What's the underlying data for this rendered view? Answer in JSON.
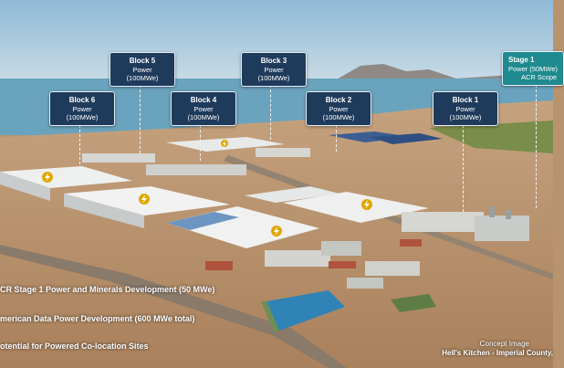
{
  "callouts": [
    {
      "id": "block6",
      "title": "Block 6",
      "subtitle": "Power (100MWe)"
    },
    {
      "id": "block5",
      "title": "Block 5",
      "subtitle": "Power (100MWe)"
    },
    {
      "id": "block4",
      "title": "Block 4",
      "subtitle": "Power (100MWe)"
    },
    {
      "id": "block3",
      "title": "Block 3",
      "subtitle": "Power (100MWe)"
    },
    {
      "id": "block2",
      "title": "Block 2",
      "subtitle": "Power (100MWe)"
    },
    {
      "id": "block1",
      "title": "Block 1",
      "subtitle": "Power (100MWe)"
    },
    {
      "id": "stage1",
      "title": "Stage 1",
      "subtitle": "Power (50MWe)",
      "note": "ACR Scope"
    }
  ],
  "legend": [
    "CR Stage 1 Power and Minerals Development (50 MWe)",
    "merican Data Power Development (600 MWe total)",
    "otential for Powered Co-location Sites"
  ],
  "caption": {
    "line1": "Concept Image",
    "line2": "Hell's Kitchen - Imperial County,"
  },
  "colors": {
    "callout_navy": "#1f3b5c",
    "callout_teal": "#1f8a8f",
    "sky": "#9fc4dc",
    "sea": "#5f9bb5",
    "desert": "#b8946e"
  },
  "icons": [
    "lightning-bolt-icon"
  ]
}
